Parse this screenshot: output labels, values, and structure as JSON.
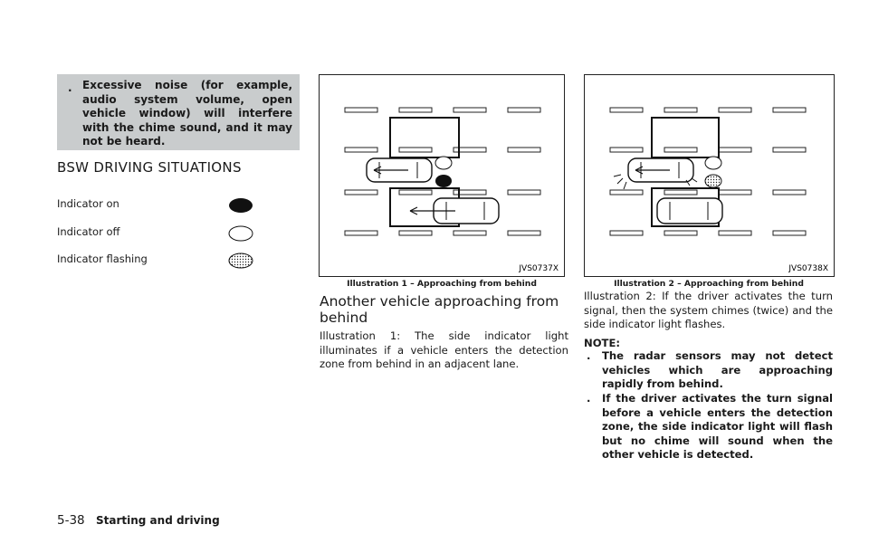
{
  "warning": {
    "bullet": ".",
    "text": "Excessive noise (for example, audio system volume, open vehicle window) will interfere with the chime sound, and it may not be heard."
  },
  "section": {
    "title": "BSW DRIVING SITUATIONS"
  },
  "legend": {
    "items": [
      {
        "label": "Indicator on",
        "icon": "indicator-on-icon"
      },
      {
        "label": "Indicator off",
        "icon": "indicator-off-icon"
      },
      {
        "label": "Indicator flashing",
        "icon": "indicator-flashing-icon"
      }
    ]
  },
  "illustrations": [
    {
      "code": "JVS0737X",
      "caption": "Illustration 1 – Approaching from behind"
    },
    {
      "code": "JVS0738X",
      "caption": "Illustration 2 – Approaching from behind"
    }
  ],
  "subsection": {
    "title": "Another vehicle approaching from behind",
    "paragraph": "Illustration 1: The side indicator light illuminates if a vehicle enters the detection zone from behind in an adjacent lane."
  },
  "column3": {
    "paragraph": "Illustration 2: If the driver activates the turn signal, then the system chimes (twice) and the side indicator light flashes.",
    "note_label": "NOTE:",
    "notes": [
      {
        "bullet": ".",
        "text": "The radar sensors may not detect vehicles which are approaching rapidly from behind."
      },
      {
        "bullet": ".",
        "text": "If the driver activates the turn signal before a vehicle enters the detection zone, the side indicator light will flash but no chime will sound when the other vehicle is detected."
      }
    ]
  },
  "footer": {
    "page_number": "5-38",
    "title": "Starting and driving"
  }
}
